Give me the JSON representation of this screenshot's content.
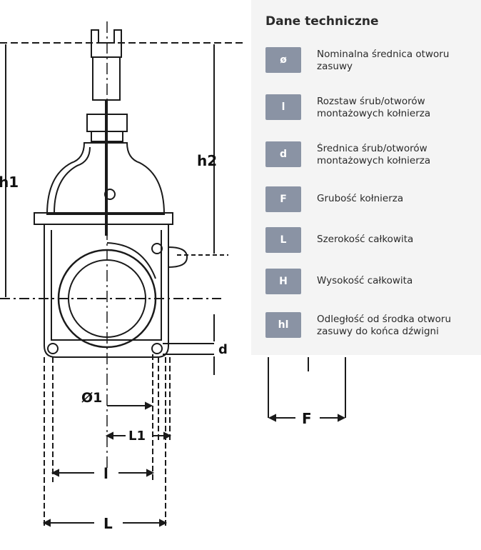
{
  "drawing": {
    "labels": {
      "h1": "h1",
      "h2": "h2",
      "d": "d",
      "phi1": "Ø1",
      "L1": "L1",
      "l": "l",
      "L": "L",
      "F": "F"
    }
  },
  "panel": {
    "title": "Dane techniczne",
    "items": [
      {
        "symbol": "ø",
        "line1": "Nominalna średnica otworu",
        "line2": "zasuwy"
      },
      {
        "symbol": "l",
        "line1": "Rozstaw śrub/otworów",
        "line2": "montażowych kołnierza"
      },
      {
        "symbol": "d",
        "line1": "Średnica śrub/otworów",
        "line2": "montażowych kołnierza"
      },
      {
        "symbol": "F",
        "line1": "Grubość kołnierza",
        "line2": ""
      },
      {
        "symbol": "L",
        "line1": "Szerokość całkowita",
        "line2": ""
      },
      {
        "symbol": "H",
        "line1": "Wysokość całkowita",
        "line2": ""
      },
      {
        "symbol": "hl",
        "line1": "Odległość od środka otworu",
        "line2": "zasuwy do końca dźwigni"
      }
    ]
  }
}
